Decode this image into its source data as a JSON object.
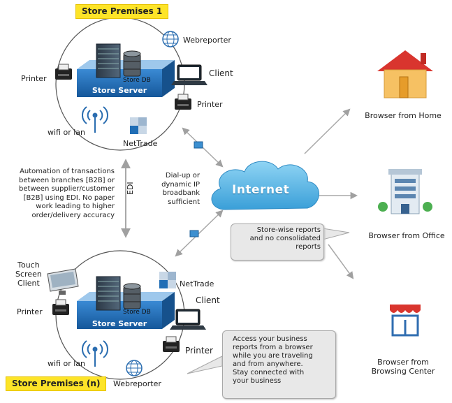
{
  "premises_top": {
    "title": "Store Premises 1",
    "webreporter": "Webreporter",
    "client": "Client",
    "printer_left": "Printer",
    "printer_right": "Printer",
    "store_db": "Store DB",
    "store_server": "Store  Server",
    "wifi": "wifi or lan",
    "nettrade": "NetTrade"
  },
  "premises_bottom": {
    "title": "Store Premises (n)",
    "touch_client": [
      "Touch",
      "Screen",
      "Client"
    ],
    "printer_left": "Printer",
    "printer_right": "Printer",
    "nettrade": "NetTrade",
    "client": "Client",
    "store_db": "Store DB",
    "store_server": "Store Server",
    "wifi": "wifi or lan",
    "webreporter": "Webreporter"
  },
  "edi": {
    "label": "EDI",
    "description": [
      "Automation of transactions",
      "between branches [B2B] or",
      "between supplier/customer",
      "[B2B] using EDI. No paper",
      "work leading to higher",
      "order/delivery accuracy"
    ]
  },
  "connection": {
    "text": [
      "Dial-up or",
      "dynamic IP",
      "broadbank",
      "sufficient"
    ]
  },
  "internet": {
    "label": "Internet"
  },
  "browsers": {
    "home": "Browser from Home",
    "office": "Browser from Office",
    "center": [
      "Browser from",
      "Browsing Center"
    ]
  },
  "callouts": {
    "reports": [
      "Store-wise reports",
      "and no consolidated",
      "reports"
    ],
    "access": [
      "Access your business",
      "reports from a browser",
      "while you are traveling",
      "and from anywhere.",
      "Stay connected with",
      "your business"
    ]
  },
  "colors": {
    "server_band": "#1f6db5",
    "cloud": "#5bb8e6",
    "premises_label": "#fde428",
    "house_wall": "#f6c163",
    "shop_awning": "#d9352e"
  }
}
